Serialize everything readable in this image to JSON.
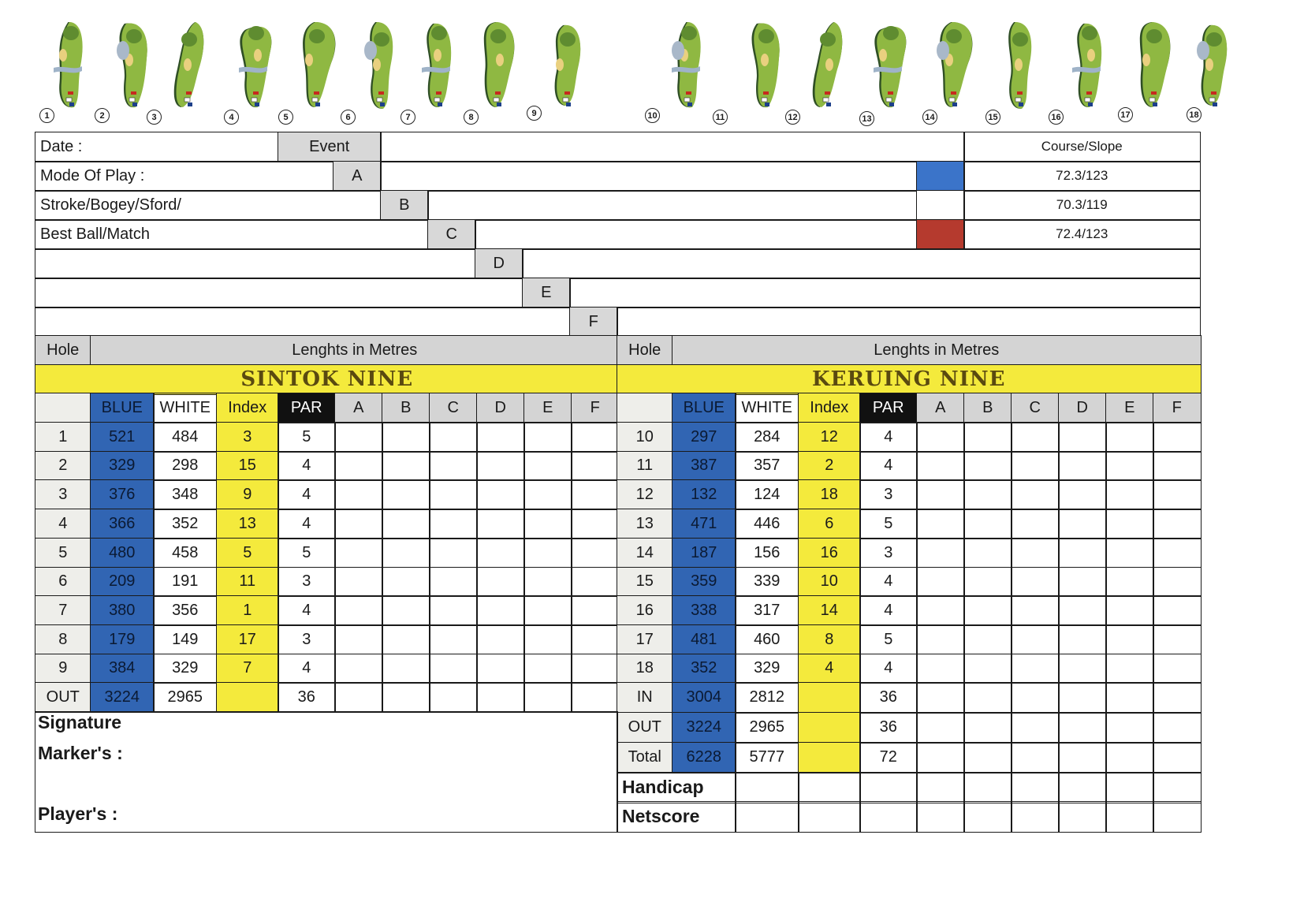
{
  "holes_strip": {
    "numbers": [
      "1",
      "2",
      "3",
      "4",
      "5",
      "6",
      "7",
      "8",
      "9",
      "10",
      "11",
      "12",
      "13",
      "14",
      "15",
      "16",
      "17",
      "18"
    ]
  },
  "header": {
    "date_label": "Date :",
    "event_label": "Event",
    "mode_label": "Mode Of Play :",
    "stroke_label": "Stroke/Bogey/Sford/",
    "bestball_label": "Best Ball/Match",
    "course_slope_label": "Course/Slope",
    "players": [
      "A",
      "B",
      "C",
      "D",
      "E",
      "F"
    ],
    "ratings": [
      "72.3/123",
      "70.3/119",
      "72.4/123"
    ],
    "tee_colors": [
      "#3b74c9",
      "#ffffff",
      "#b53a2e"
    ]
  },
  "front": {
    "hole_label": "Hole",
    "lengths_label": "Lenghts in Metres",
    "title": "SINTOK NINE",
    "columns": [
      "BLUE",
      "WHITE",
      "Index",
      "PAR",
      "A",
      "B",
      "C",
      "D",
      "E",
      "F"
    ],
    "rows": [
      {
        "hole": "1",
        "blue": "521",
        "white": "484",
        "index": "3",
        "par": "5"
      },
      {
        "hole": "2",
        "blue": "329",
        "white": "298",
        "index": "15",
        "par": "4"
      },
      {
        "hole": "3",
        "blue": "376",
        "white": "348",
        "index": "9",
        "par": "4"
      },
      {
        "hole": "4",
        "blue": "366",
        "white": "352",
        "index": "13",
        "par": "4"
      },
      {
        "hole": "5",
        "blue": "480",
        "white": "458",
        "index": "5",
        "par": "5"
      },
      {
        "hole": "6",
        "blue": "209",
        "white": "191",
        "index": "11",
        "par": "3"
      },
      {
        "hole": "7",
        "blue": "380",
        "white": "356",
        "index": "1",
        "par": "4"
      },
      {
        "hole": "8",
        "blue": "179",
        "white": "149",
        "index": "17",
        "par": "3"
      },
      {
        "hole": "9",
        "blue": "384",
        "white": "329",
        "index": "7",
        "par": "4"
      }
    ],
    "total": {
      "hole": "OUT",
      "blue": "3224",
      "white": "2965",
      "index": "",
      "par": "36"
    }
  },
  "back": {
    "hole_label": "Hole",
    "lengths_label": "Lenghts in Metres",
    "title": "KERUING NINE",
    "columns": [
      "BLUE",
      "WHITE",
      "Index",
      "PAR",
      "A",
      "B",
      "C",
      "D",
      "E",
      "F"
    ],
    "rows": [
      {
        "hole": "10",
        "blue": "297",
        "white": "284",
        "index": "12",
        "par": "4"
      },
      {
        "hole": "11",
        "blue": "387",
        "white": "357",
        "index": "2",
        "par": "4"
      },
      {
        "hole": "12",
        "blue": "132",
        "white": "124",
        "index": "18",
        "par": "3"
      },
      {
        "hole": "13",
        "blue": "471",
        "white": "446",
        "index": "6",
        "par": "5"
      },
      {
        "hole": "14",
        "blue": "187",
        "white": "156",
        "index": "16",
        "par": "3"
      },
      {
        "hole": "15",
        "blue": "359",
        "white": "339",
        "index": "10",
        "par": "4"
      },
      {
        "hole": "16",
        "blue": "338",
        "white": "317",
        "index": "14",
        "par": "4"
      },
      {
        "hole": "17",
        "blue": "481",
        "white": "460",
        "index": "8",
        "par": "5"
      },
      {
        "hole": "18",
        "blue": "352",
        "white": "329",
        "index": "4",
        "par": "4"
      }
    ],
    "totals": [
      {
        "hole": "IN",
        "blue": "3004",
        "white": "2812",
        "index": "",
        "par": "36"
      },
      {
        "hole": "OUT",
        "blue": "3224",
        "white": "2965",
        "index": "",
        "par": "36"
      },
      {
        "hole": "Total",
        "blue": "6228",
        "white": "5777",
        "index": "",
        "par": "72"
      }
    ]
  },
  "footer": {
    "signature_label": "Signature",
    "marker_label": "Marker's :",
    "player_label": "Player's   :",
    "handicap_label": "Handicap",
    "netscore_label": "Netscore"
  }
}
